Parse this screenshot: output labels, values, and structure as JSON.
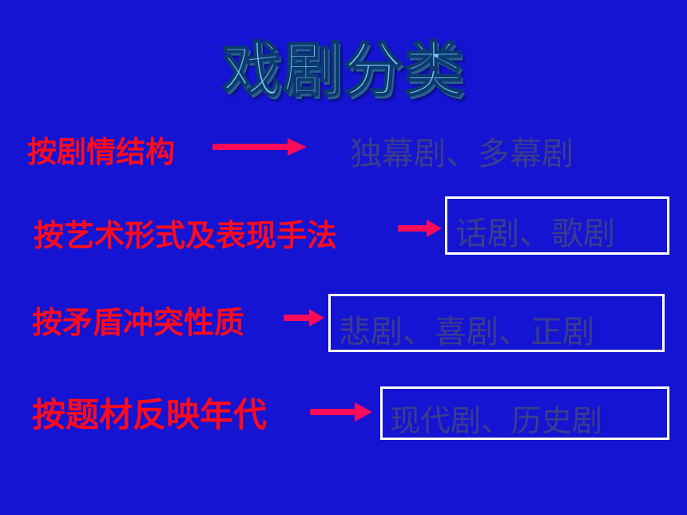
{
  "title": "戏剧分类",
  "rows": [
    {
      "category": "按剧情结构",
      "result": "独幕剧、多幕剧"
    },
    {
      "category": "按艺术形式及表现手法",
      "result": "话剧、歌剧"
    },
    {
      "category": "按矛盾冲突性质",
      "result": "悲剧、喜剧、正剧"
    },
    {
      "category": "按题材反映年代",
      "result": "现代剧、历史剧"
    }
  ],
  "colors": {
    "background": "#1414d2",
    "category_text": "#ff0b1f",
    "result_text": "#3c3c8c",
    "arrow": "#ff0b5a",
    "box_border": "#ffffff",
    "title_fill": "#7fc3ef"
  }
}
